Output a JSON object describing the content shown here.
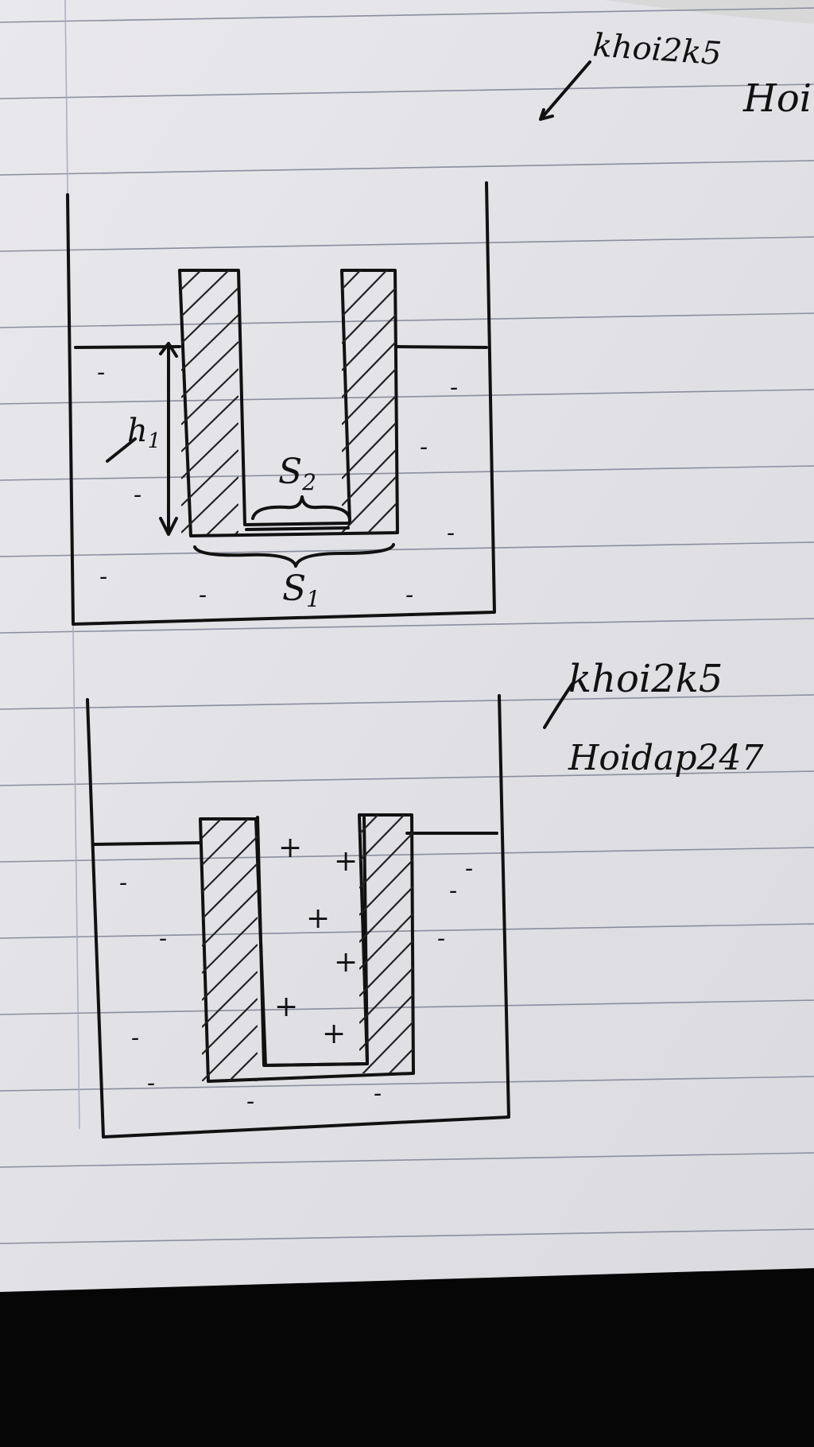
{
  "labels": {
    "height": "h",
    "height_subscript": "1",
    "inner_area": "S",
    "inner_area_subscript": "2",
    "outer_area": "S",
    "outer_area_subscript": "1"
  },
  "watermarks": {
    "top_line1": "khoi2k5",
    "top_line2": "Hoi",
    "mid_line1": "khoi2k5",
    "mid_line2": "Hoidap247"
  },
  "marks": {
    "minus": "-",
    "plus": "+"
  },
  "colors": {
    "paper": "#e2e1e6",
    "ink": "#111111",
    "rule": "#8a8e9e"
  }
}
